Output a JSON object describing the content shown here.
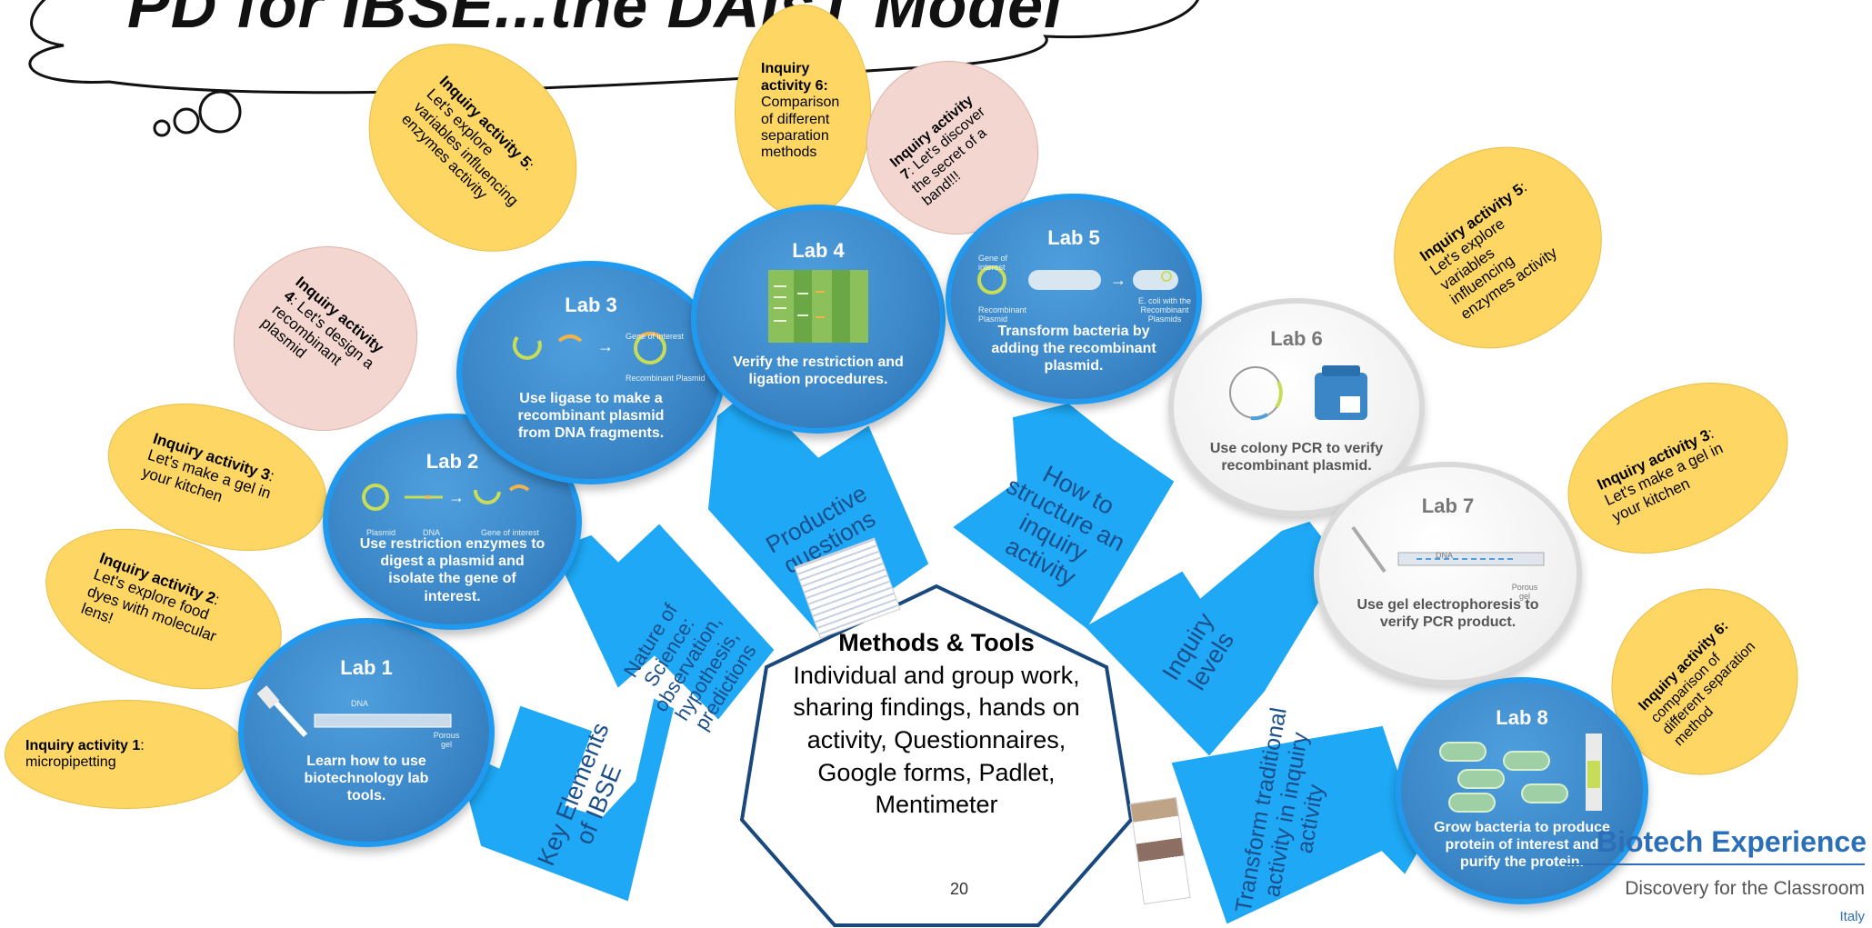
{
  "title": "PD for IBSE...the DAIsT Model",
  "center": {
    "heading": "Methods & Tools",
    "body": "Individual and group work, sharing findings, hands on activity, Questionnaires, Google forms,  Padlet, Mentimeter"
  },
  "page_number": "20",
  "brand": {
    "name": "Biotech Experience",
    "tagline": "Discovery for the Classroom",
    "country": "Italy"
  },
  "labs": [
    {
      "title": "Lab 1",
      "text": "Learn how to use biotechnology lab tools.",
      "labels": [
        "DNA",
        "Porous gel"
      ]
    },
    {
      "title": "Lab 2",
      "text": "Use restriction enzymes to digest a plasmid and isolate the gene of interest.",
      "labels": [
        "Plasmid",
        "DNA",
        "Gene of interest"
      ]
    },
    {
      "title": "Lab 3",
      "text": "Use ligase to make a recombinant plasmid from DNA fragments.",
      "labels": [
        "Gene of interest",
        "Recombinant Plasmid"
      ]
    },
    {
      "title": "Lab 4",
      "text": "Verify the restriction and ligation procedures.",
      "labels": []
    },
    {
      "title": "Lab 5",
      "text": "Transform bacteria by adding the recombinant plasmid.",
      "labels": [
        "Gene of interest",
        "Recombinant Plasmid",
        "E. coli with the Recombinant Plasmids"
      ]
    },
    {
      "title": "Lab 6",
      "text": "Use colony PCR to verify recombinant plasmid.",
      "labels": []
    },
    {
      "title": "Lab 7",
      "text": "Use gel electrophoresis to verify PCR product.",
      "labels": [
        "DNA",
        "Porous gel"
      ]
    },
    {
      "title": "Lab 8",
      "text": "Grow bacteria to produce protein of interest and purify the protein.",
      "labels": []
    }
  ],
  "arrows": [
    {
      "label": "Key Elements of IBSE"
    },
    {
      "label": "Nature of Science: observation, hypothesis, predictions"
    },
    {
      "label": "Productive questions"
    },
    {
      "label": "How to structure an inquiry activity"
    },
    {
      "label": "Inquiry levels"
    },
    {
      "label": "Transform traditional activity in inquiry activity"
    }
  ],
  "inquiries": [
    {
      "bold": "Inquiry activity 1",
      "text": ": micropipetting"
    },
    {
      "bold": "Inquiry activity 2",
      "text": ": Let's explore food dyes with molecular lens!"
    },
    {
      "bold": "Inquiry activity 3",
      "text": ": Let's make a gel in your kitchen"
    },
    {
      "bold": "Inquiry activity 4",
      "text": ": Let's design a recombinant plasmid"
    },
    {
      "bold": "Inquiry activity 5",
      "text": ": Let's explore variables influencing enzymes activity"
    },
    {
      "bold": "Inquiry activity 6:",
      "text": " Comparison of different separation methods"
    },
    {
      "bold": "Inquiry activity 7",
      "text": ": Let's discover the secret of a band!!!"
    },
    {
      "bold": "Inquiry activity 5",
      "text": ": Let's explore variables influencing enzymes activity"
    },
    {
      "bold": "Inquiry activity 3",
      "text": ": Let's make a gel in your kitchen"
    },
    {
      "bold": "Inquiry activity 6:",
      "text": " comparison of different separation method"
    }
  ],
  "colors": {
    "arrow": "#1ea8f5",
    "lab_blue": "#3b86c7",
    "oval_yellow": "#fdd664",
    "oval_pink": "#f3d6cf"
  }
}
